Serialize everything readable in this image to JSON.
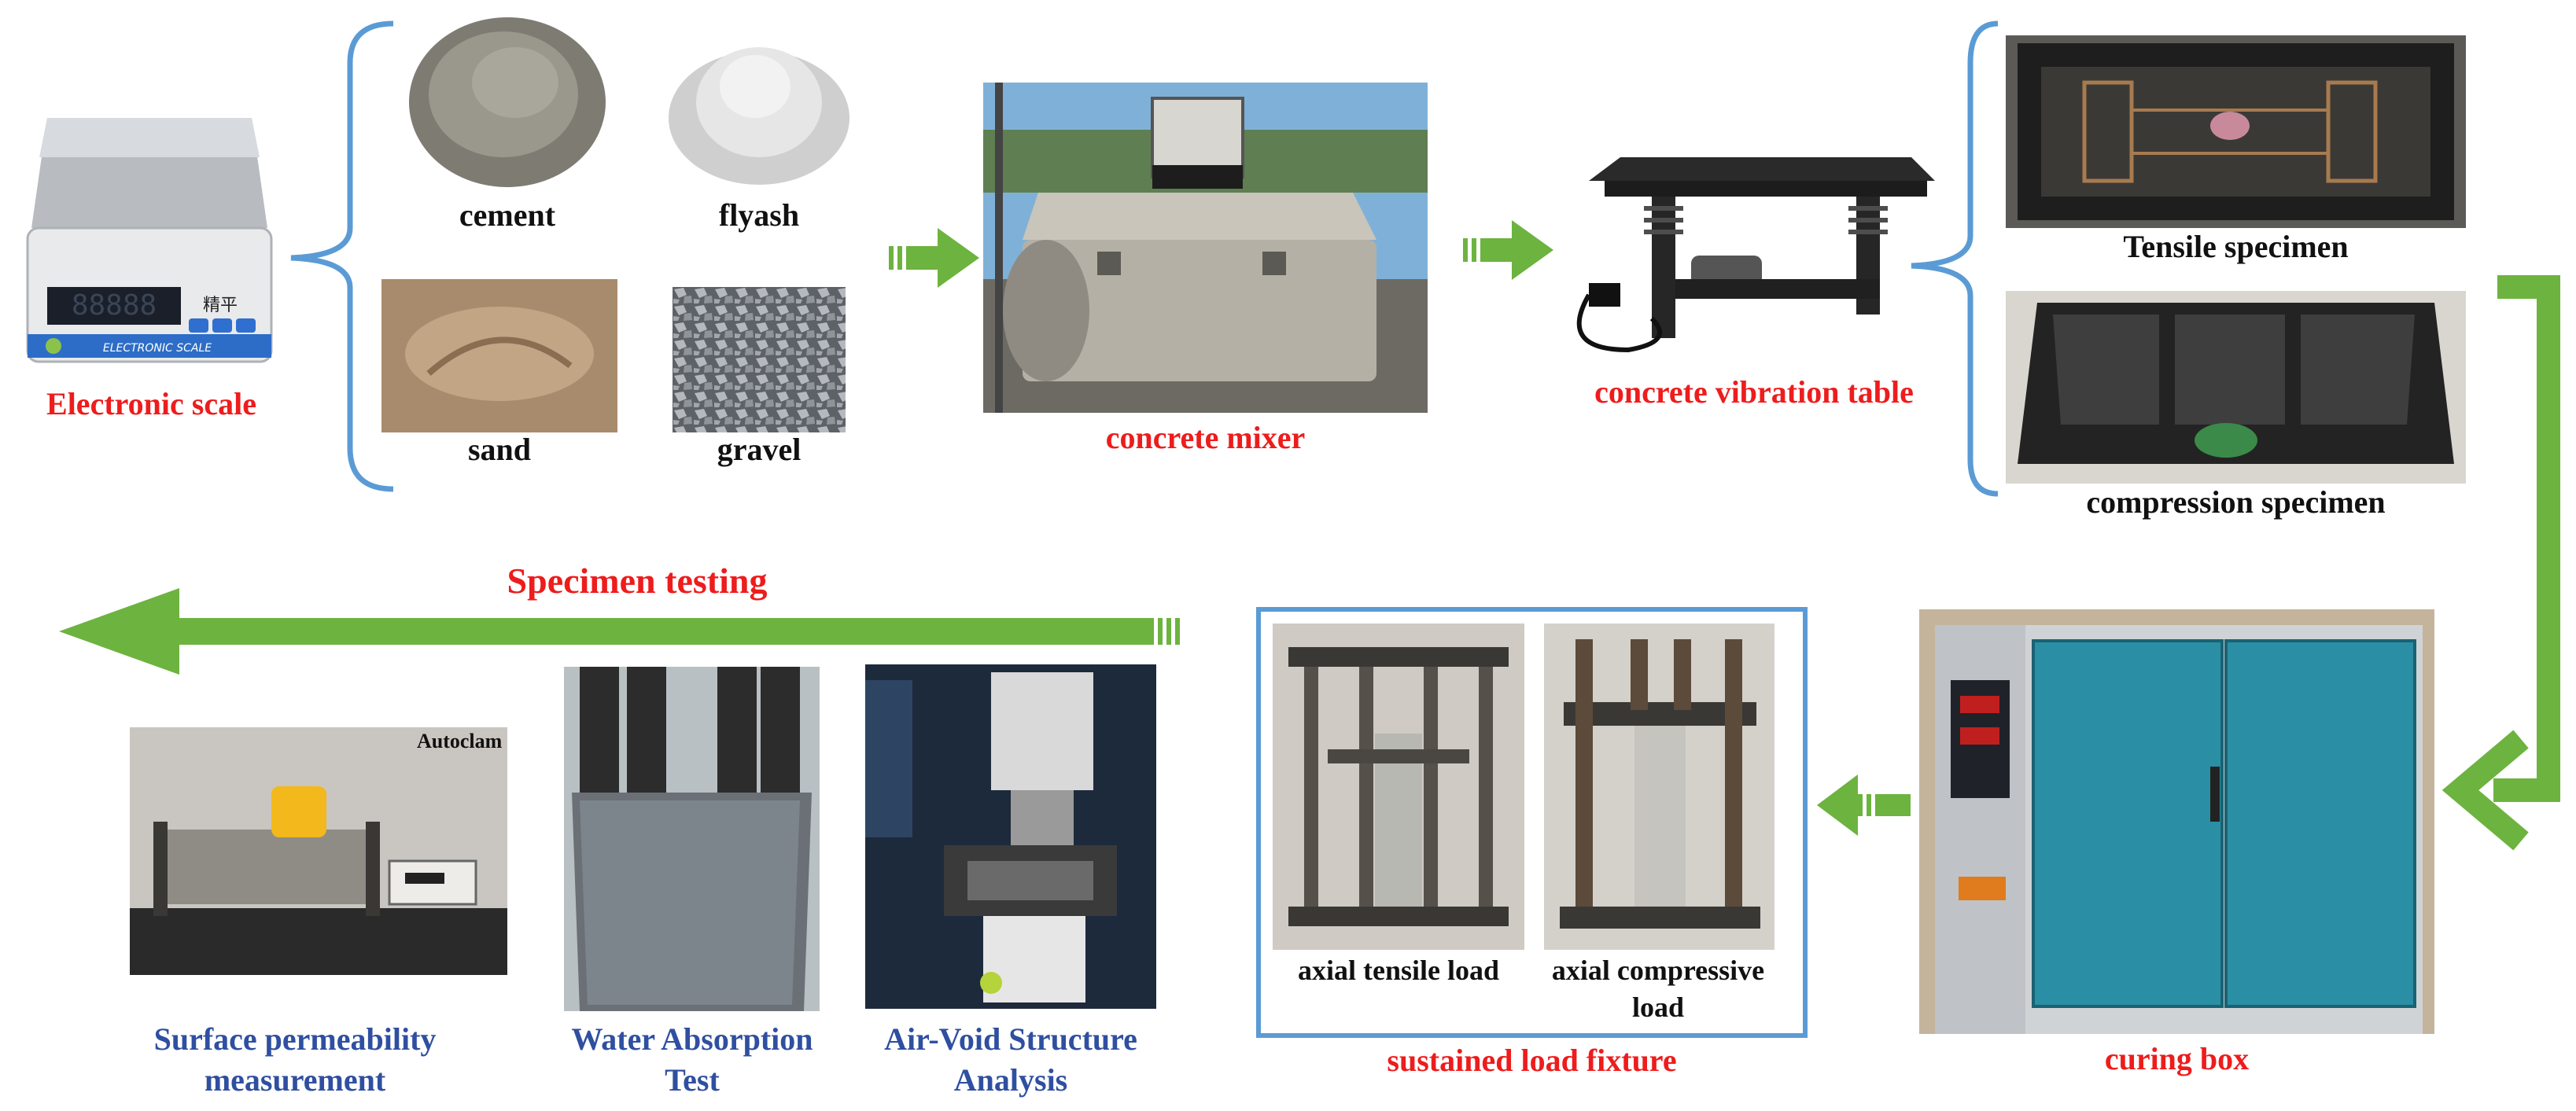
{
  "colors": {
    "arrow_green": "#6db33f",
    "label_red": "#ee1c1c",
    "label_blue": "#2f4fa0",
    "bracket_blue": "#5b9bd5",
    "frame_blue": "#5b9bd5"
  },
  "labels": {
    "electronic_scale": "Electronic scale",
    "cement": "cement",
    "flyash": "flyash",
    "sand": "sand",
    "gravel": "gravel",
    "concrete_mixer": "concrete mixer",
    "vibration_table": "concrete vibration table",
    "tensile_specimen": "Tensile specimen",
    "compression_specimen": "compression specimen",
    "specimen_testing": "Specimen testing",
    "autoclam": "Autoclam",
    "surface_permeability_1": "Surface permeability",
    "surface_permeability_2": "measurement",
    "water_absorption_1": "Water Absorption",
    "water_absorption_2": "Test",
    "air_void_1": "Air-Void Structure",
    "air_void_2": "Analysis",
    "axial_tensile": "axial tensile load",
    "axial_compressive_1": "axial compressive",
    "axial_compressive_2": "load",
    "sustained_fixture": "sustained load fixture",
    "curing_box": "curing box"
  },
  "device_text": {
    "scale_display": "88888",
    "scale_brand": "ELECTRONIC SCALE",
    "scale_logo": "精平"
  }
}
